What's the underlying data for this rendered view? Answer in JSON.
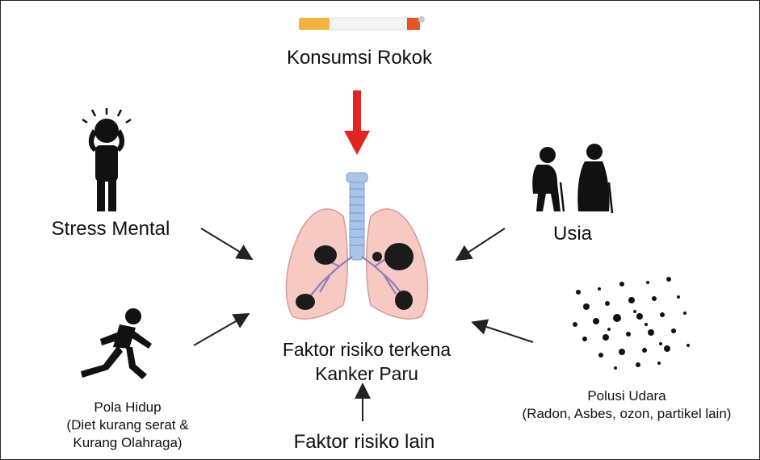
{
  "diagram": {
    "center": {
      "line1": "Faktor risiko terkena",
      "line2": "Kanker Paru"
    },
    "factors": {
      "smoking": "Konsumsi Rokok",
      "stress": "Stress Mental",
      "age": "Usia",
      "lifestyle": {
        "line1": "Pola Hidup",
        "line2": "(Diet kurang serat &",
        "line3": "Kurang Olahraga)"
      },
      "pollution": {
        "line1": "Polusi Udara",
        "line2": "(Radon, Asbes, ozon, partikel lain)"
      },
      "other": "Faktor risiko lain"
    },
    "icons": [
      "cigarette-icon",
      "stressed-person-icon",
      "elderly-couple-icon",
      "running-person-icon",
      "particles-icon",
      "lungs-icon"
    ],
    "colors": {
      "arrow_main": "#e0261f",
      "arrow": "#222222",
      "lung_fill": "#f6c9c3",
      "trachea": "#a9c4e8",
      "tumor": "#1b1b1b"
    }
  }
}
